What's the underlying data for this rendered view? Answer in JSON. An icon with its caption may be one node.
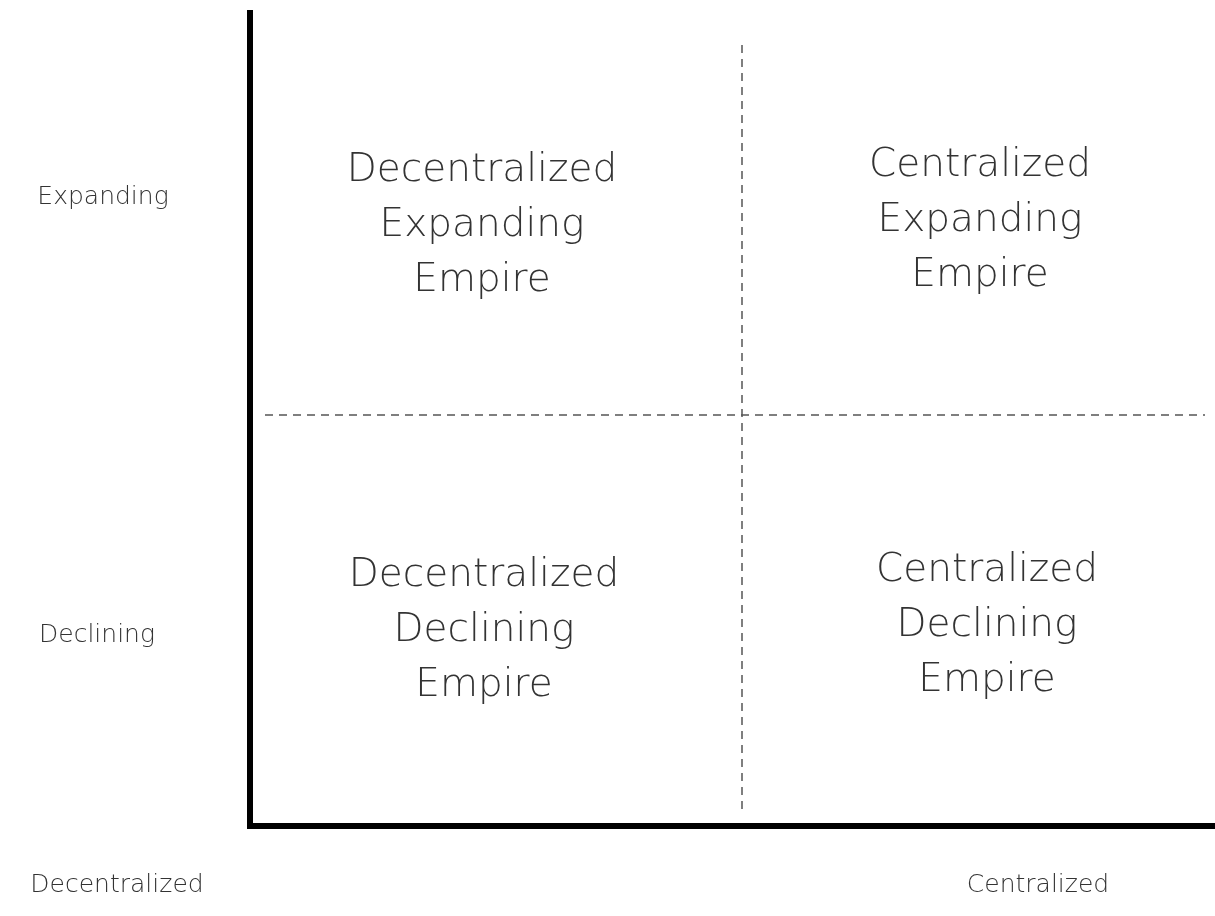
{
  "diagram": {
    "labels": [
      "Expanding",
      "Decentralized Expanding Empire",
      "Centralized Expanding Empire",
      "Declining",
      "Decentralized Declining Empire",
      "Centralized Declining Empire",
      "Decentralized",
      "Centralized"
    ]
  }
}
